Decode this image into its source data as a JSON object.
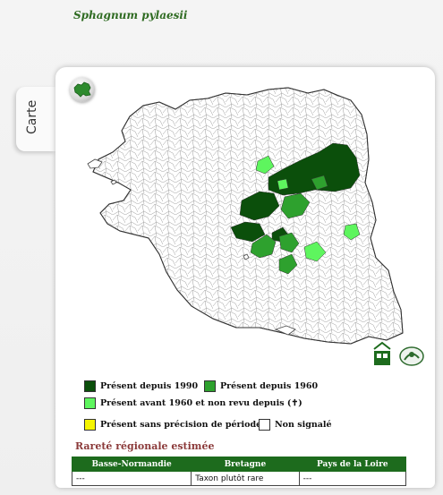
{
  "species": {
    "name": "Sphagnum pylaesii"
  },
  "tab": {
    "label": "Carte"
  },
  "legend": {
    "items": [
      {
        "label": "Présent depuis 1990",
        "color": "#0b4f0b"
      },
      {
        "label": "Présent depuis 1960",
        "color": "#2ea12e"
      },
      {
        "label": "Présent avant 1960 et non revu depuis (✝)",
        "color": "#5ef55e"
      },
      {
        "label": "Présent sans précision de période",
        "color": "#f5f500"
      },
      {
        "label": "Non signalé",
        "color": "#ffffff"
      }
    ]
  },
  "rarity": {
    "title": "Rareté régionale estimée",
    "columns": [
      "Basse-Normandie",
      "Bretagne",
      "Pays de la Loire"
    ],
    "values": [
      "---",
      "Taxon plutôt rare",
      "---"
    ]
  },
  "colors": {
    "dark_green": "#0b4f0b",
    "medium_green": "#2ea12e",
    "light_green": "#5ef55e",
    "title_green": "#2f6b22",
    "rarity_title": "#8b3a3a",
    "table_header": "#1d6b1d"
  },
  "icons": {
    "region_button": "brittany-map-icon",
    "partner_logos": "partner-logos"
  }
}
